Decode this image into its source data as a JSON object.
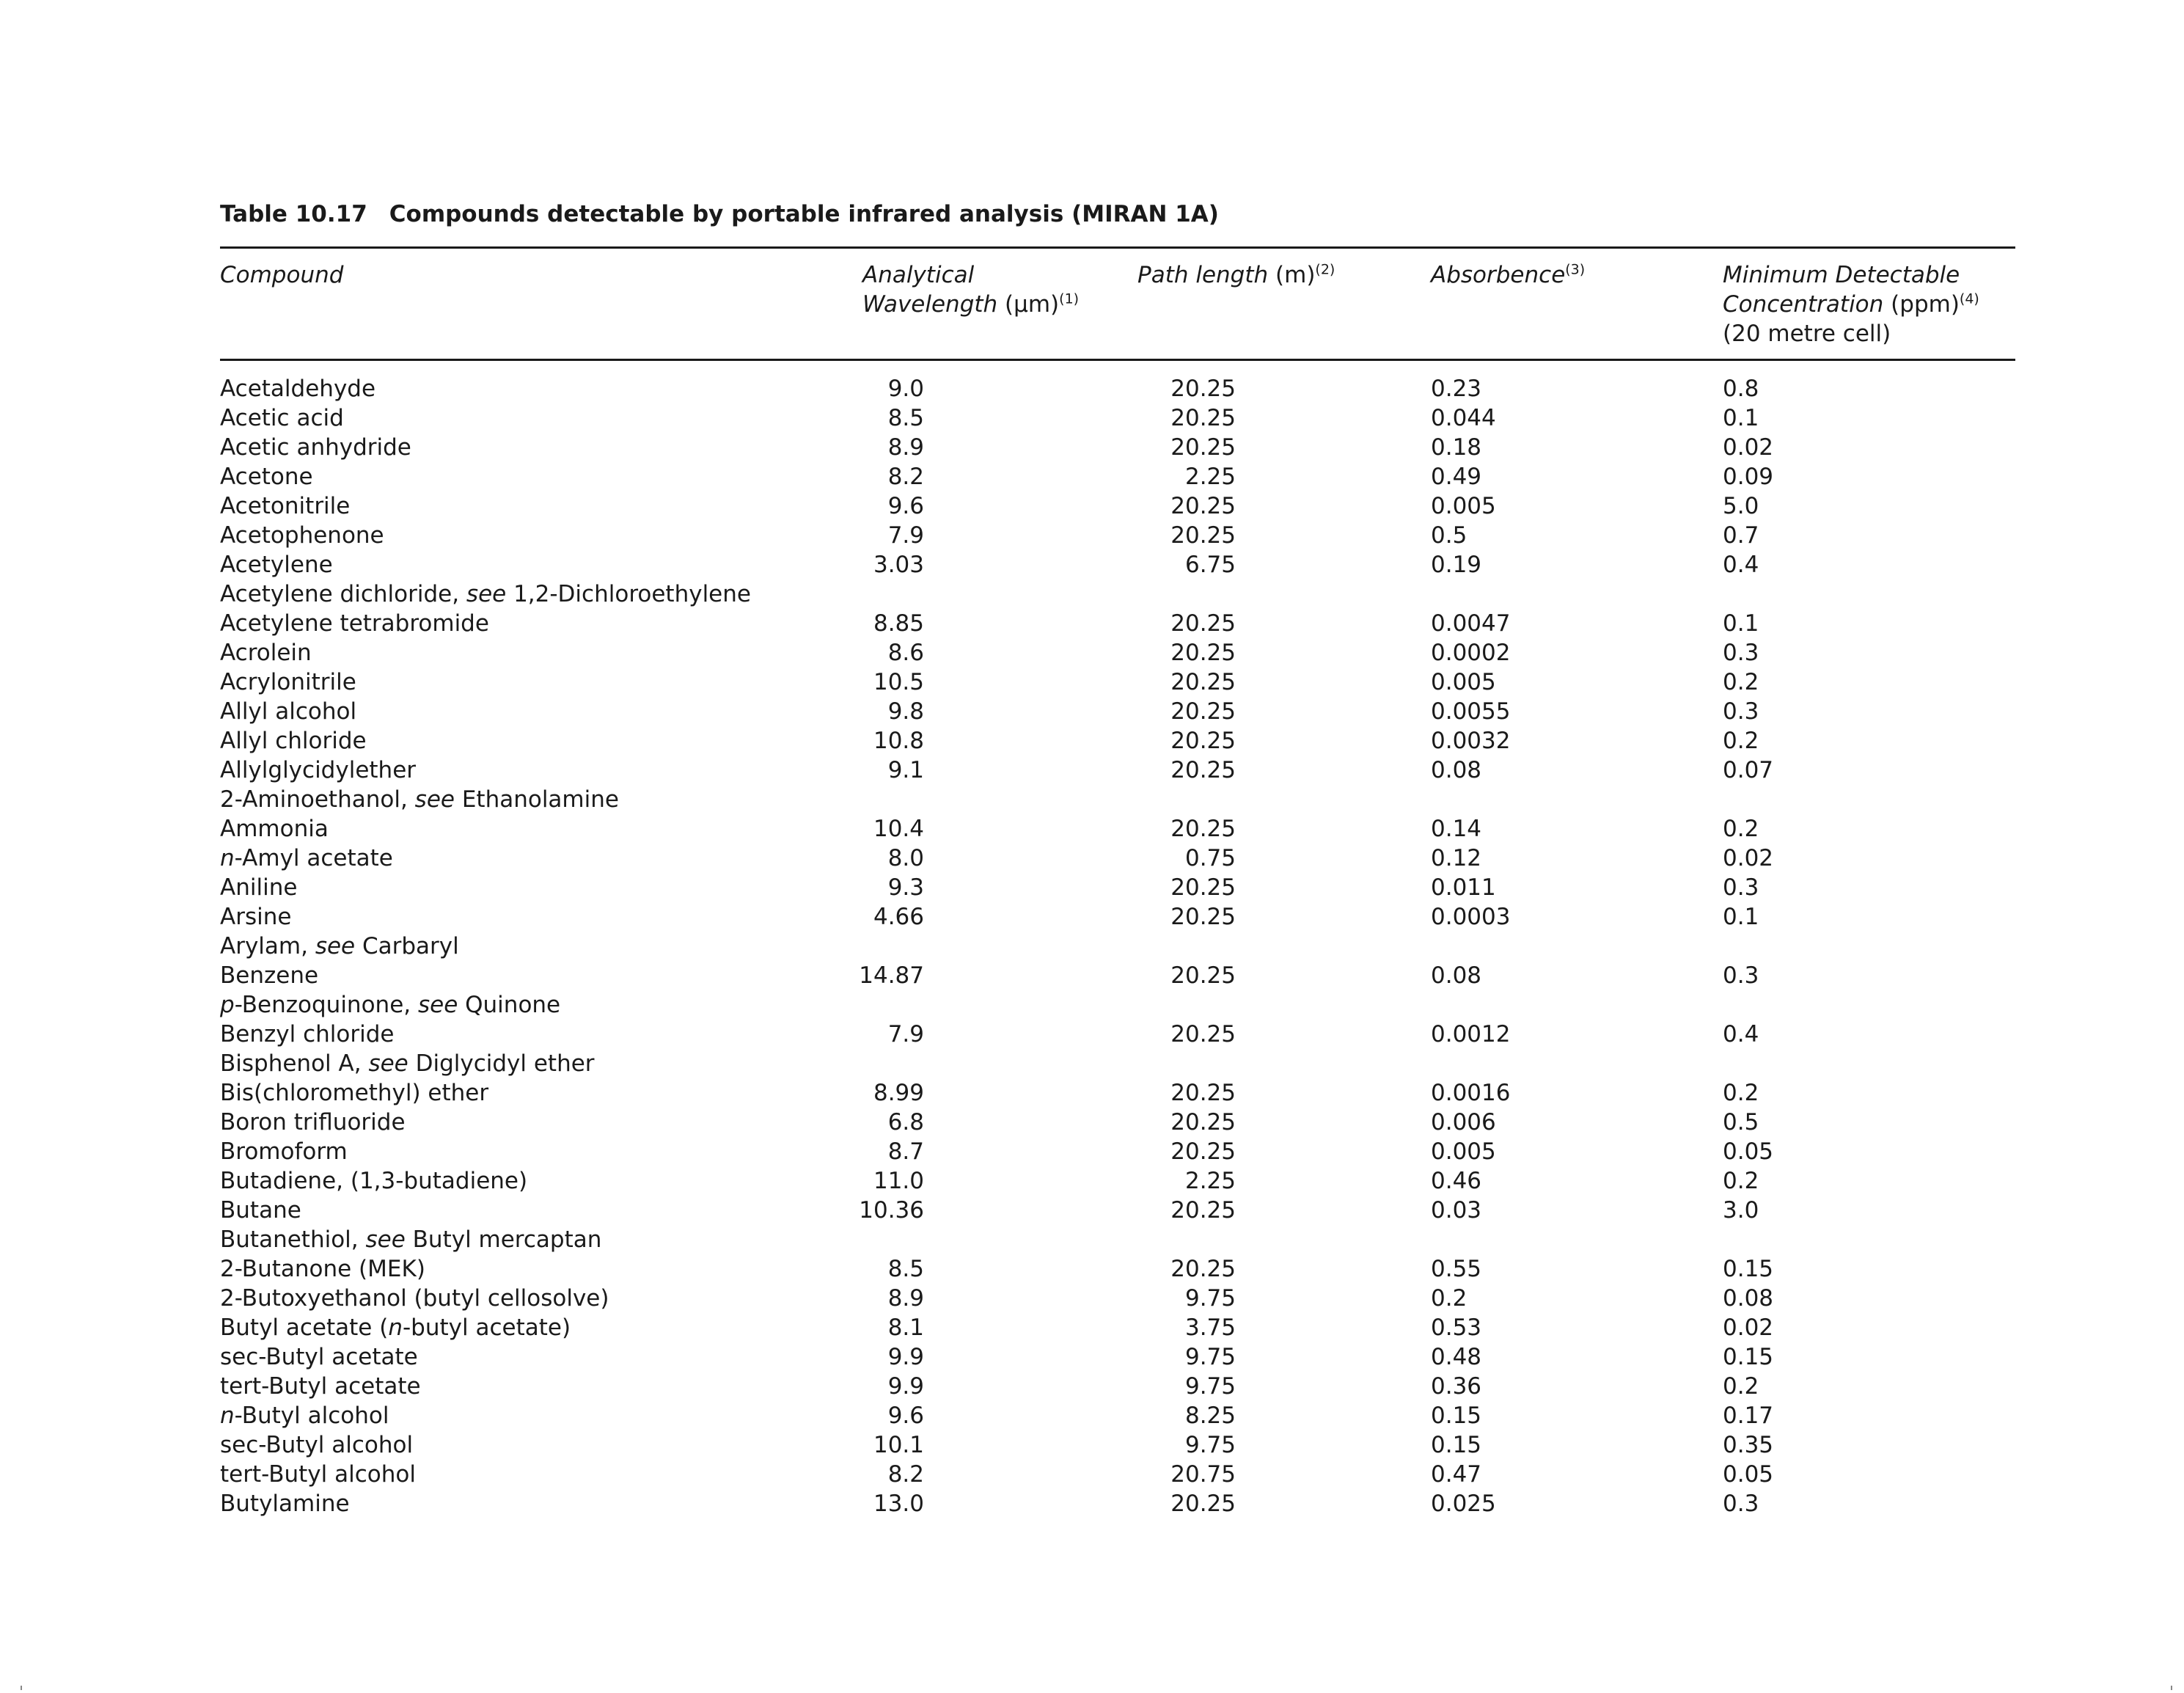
{
  "table": {
    "number": "Table 10.17",
    "title": "Compounds detectable by portable infrared analysis (MIRAN 1A)",
    "headers": {
      "compound": "Compound",
      "wavelength_line1": "Analytical",
      "wavelength_line2": "Wavelength",
      "wavelength_unit": "(μm)",
      "wavelength_note": "(1)",
      "path": "Path length",
      "path_unit": "(m)",
      "path_note": "(2)",
      "absorbence": "Absorbence",
      "absorbence_note": "(3)",
      "mdc_line1": "Minimum Detectable",
      "mdc_line2": "Concentration",
      "mdc_unit": "(ppm)",
      "mdc_note": "(4)",
      "mdc_line3": "(20 metre cell)"
    },
    "rows": [
      {
        "compound": "Acetaldehyde",
        "wavelength": "9.0",
        "path": "20.25",
        "absorbence": "0.23",
        "mdc": "0.8"
      },
      {
        "compound": "Acetic acid",
        "wavelength": "8.5",
        "path": "20.25",
        "absorbence": "0.044",
        "mdc": "0.1"
      },
      {
        "compound": "Acetic anhydride",
        "wavelength": "8.9",
        "path": "20.25",
        "absorbence": "0.18",
        "mdc": "0.02"
      },
      {
        "compound": "Acetone",
        "wavelength": "8.2",
        "path": "2.25",
        "absorbence": "0.49",
        "mdc": "0.09"
      },
      {
        "compound": "Acetonitrile",
        "wavelength": "9.6",
        "path": "20.25",
        "absorbence": "0.005",
        "mdc": "5.0"
      },
      {
        "compound": "Acetophenone",
        "wavelength": "7.9",
        "path": "20.25",
        "absorbence": "0.5",
        "mdc": "0.7"
      },
      {
        "compound": "Acetylene",
        "wavelength": "3.03",
        "path": "6.75",
        "absorbence": "0.19",
        "mdc": "0.4"
      },
      {
        "prefix": "Acetylene dichloride, ",
        "see": "see",
        "target": " 1,2-Dichloroethylene"
      },
      {
        "compound": "Acetylene tetrabromide",
        "wavelength": "8.85",
        "path": "20.25",
        "absorbence": "0.0047",
        "mdc": "0.1"
      },
      {
        "compound": "Acrolein",
        "wavelength": "8.6",
        "path": "20.25",
        "absorbence": "0.0002",
        "mdc": "0.3"
      },
      {
        "compound": "Acrylonitrile",
        "wavelength": "10.5",
        "path": "20.25",
        "absorbence": "0.005",
        "mdc": "0.2"
      },
      {
        "compound": "Allyl alcohol",
        "wavelength": "9.8",
        "path": "20.25",
        "absorbence": "0.0055",
        "mdc": "0.3"
      },
      {
        "compound": "Allyl chloride",
        "wavelength": "10.8",
        "path": "20.25",
        "absorbence": "0.0032",
        "mdc": "0.2"
      },
      {
        "compound": "Allylglycidylether",
        "wavelength": "9.1",
        "path": "20.25",
        "absorbence": "0.08",
        "mdc": "0.07"
      },
      {
        "prefix": "2-Aminoethanol, ",
        "see": "see",
        "target": " Ethanolamine"
      },
      {
        "compound": "Ammonia",
        "wavelength": "10.4",
        "path": "20.25",
        "absorbence": "0.14",
        "mdc": "0.2"
      },
      {
        "italic_prefix": "n",
        "compound": "-Amyl acetate",
        "wavelength": "8.0",
        "path": "0.75",
        "absorbence": "0.12",
        "mdc": "0.02"
      },
      {
        "compound": "Aniline",
        "wavelength": "9.3",
        "path": "20.25",
        "absorbence": "0.011",
        "mdc": "0.3"
      },
      {
        "compound": "Arsine",
        "wavelength": "4.66",
        "path": "20.25",
        "absorbence": "0.0003",
        "mdc": "0.1"
      },
      {
        "prefix": "Arylam, ",
        "see": "see",
        "target": " Carbaryl"
      },
      {
        "compound": "Benzene",
        "wavelength": "14.87",
        "path": "20.25",
        "absorbence": "0.08",
        "mdc": "0.3"
      },
      {
        "italic_lead": "p",
        "prefix": "-Benzoquinone, ",
        "see": "see",
        "target": " Quinone"
      },
      {
        "compound": "Benzyl chloride",
        "wavelength": "7.9",
        "path": "20.25",
        "absorbence": "0.0012",
        "mdc": "0.4"
      },
      {
        "prefix": "Bisphenol A, ",
        "see": "see",
        "target": " Diglycidyl ether"
      },
      {
        "compound": "Bis(chloromethyl) ether",
        "wavelength": "8.99",
        "path": "20.25",
        "absorbence": "0.0016",
        "mdc": "0.2"
      },
      {
        "compound": "Boron trifluoride",
        "wavelength": "6.8",
        "path": "20.25",
        "absorbence": "0.006",
        "mdc": "0.5"
      },
      {
        "compound": "Bromoform",
        "wavelength": "8.7",
        "path": "20.25",
        "absorbence": "0.005",
        "mdc": "0.05"
      },
      {
        "compound": "Butadiene, (1,3-butadiene)",
        "wavelength": "11.0",
        "path": "2.25",
        "absorbence": "0.46",
        "mdc": "0.2"
      },
      {
        "compound": "Butane",
        "wavelength": "10.36",
        "path": "20.25",
        "absorbence": "0.03",
        "mdc": "3.0"
      },
      {
        "prefix": "Butanethiol, ",
        "see": "see",
        "target": " Butyl mercaptan"
      },
      {
        "compound": "2-Butanone (MEK)",
        "wavelength": "8.5",
        "path": "20.25",
        "absorbence": "0.55",
        "mdc": "0.15"
      },
      {
        "compound": "2-Butoxyethanol (butyl cellosolve)",
        "wavelength": "8.9",
        "path": "9.75",
        "absorbence": "0.2",
        "mdc": "0.08"
      },
      {
        "compound": "Butyl acetate (",
        "mid_italic": "n",
        "compound_tail": "-butyl acetate)",
        "wavelength": "8.1",
        "path": "3.75",
        "absorbence": "0.53",
        "mdc": "0.02"
      },
      {
        "compound": "sec-Butyl acetate",
        "wavelength": "9.9",
        "path": "9.75",
        "absorbence": "0.48",
        "mdc": "0.15"
      },
      {
        "compound": "tert-Butyl acetate",
        "wavelength": "9.9",
        "path": "9.75",
        "absorbence": "0.36",
        "mdc": "0.2"
      },
      {
        "italic_prefix": "n",
        "compound": "-Butyl alcohol",
        "wavelength": "9.6",
        "path": "8.25",
        "absorbence": "0.15",
        "mdc": "0.17"
      },
      {
        "compound": "sec-Butyl alcohol",
        "wavelength": "10.1",
        "path": "9.75",
        "absorbence": "0.15",
        "mdc": "0.35"
      },
      {
        "compound": "tert-Butyl alcohol",
        "wavelength": "8.2",
        "path": "20.75",
        "absorbence": "0.47",
        "mdc": "0.05"
      },
      {
        "compound": "Butylamine",
        "wavelength": "13.0",
        "path": "20.25",
        "absorbence": "0.025",
        "mdc": "0.3"
      }
    ]
  }
}
